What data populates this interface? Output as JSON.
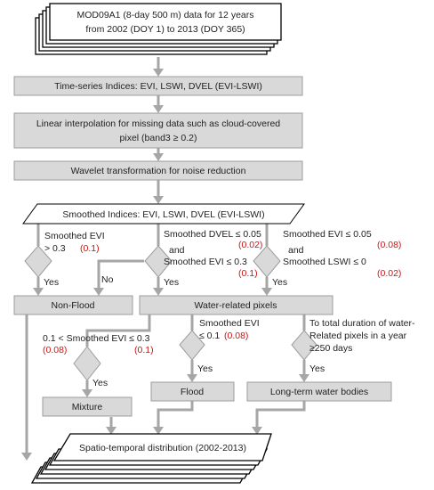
{
  "input": {
    "line1": "MOD09A1 (8-day 500 m) data for 12 years",
    "line2": "from 2002 (DOY 1) to 2013 (DOY 365)"
  },
  "steps": {
    "indices": "Time-series Indices: EVI, LSWI, DVEL (EVI-LSWI)",
    "interp_line1": "Linear interpolation for missing data such as cloud-covered",
    "interp_line2": "pixel (band3 ≥ 0.2)",
    "wavelet": "Wavelet transformation for noise reduction"
  },
  "smoothed": "Smoothed Indices: EVI, LSWI, DVEL (EVI-LSWI)",
  "cond1": {
    "line1": "Smoothed EVI",
    "line2": "> 0.3",
    "thr": "(0.1)"
  },
  "cond2": {
    "line1": "Smoothed DVEL ≤ 0.05",
    "thr1": "(0.02)",
    "line2": "and",
    "line3": "Smoothed EVI ≤ 0.3",
    "thr2": "(0.1)"
  },
  "cond3": {
    "line1": "Smoothed EVI ≤ 0.05",
    "thr1": "(0.08)",
    "line2": "and",
    "line3": "Smoothed LSWI ≤ 0",
    "thr2": "(0.02)"
  },
  "labels": {
    "yes": "Yes",
    "no": "No"
  },
  "outcomes": {
    "non_flood": "Non-Flood",
    "water": "Water-related pixels",
    "mixture": "Mixture",
    "flood": "Flood",
    "longterm": "Long-term water bodies"
  },
  "cond4": {
    "line1": "0.1 < Smoothed EVI ≤ 0.3",
    "thr1": "(0.08)",
    "thr2": "(0.1)"
  },
  "cond5": {
    "line1": "Smoothed EVI",
    "line2": "≤ 0.1",
    "thr": "(0.08)"
  },
  "cond6": {
    "line1": "To total duration of water-",
    "line2": "Related pixels in a year",
    "line3": "≥250 days"
  },
  "output": "Spatio-temporal distribution (2002-2013)"
}
